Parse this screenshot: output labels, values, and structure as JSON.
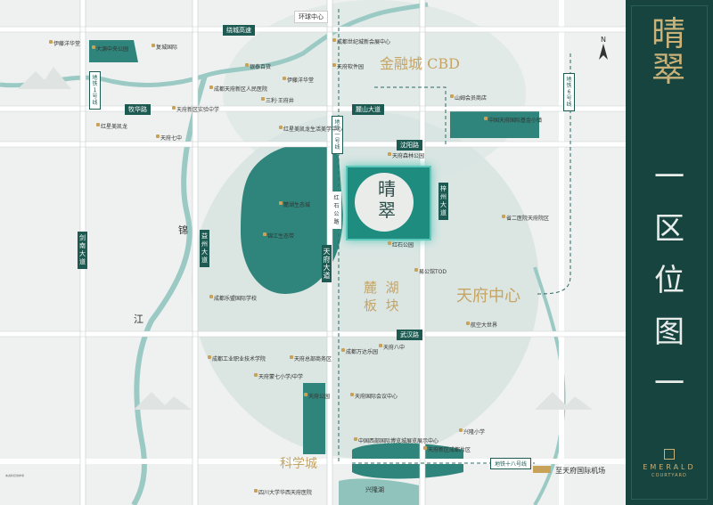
{
  "project": {
    "logo_text": "晴翠",
    "logo_small": "EMERALD COURTYARD",
    "panel_title": [
      "一",
      "区",
      "位",
      "图",
      "一"
    ],
    "brand_en": "EMERALD",
    "brand_sub": "COURTYARD",
    "badge_chars": [
      "晴",
      "翠"
    ]
  },
  "compass": {
    "label": "N"
  },
  "zones": {
    "cbd": "金融城 CBD",
    "tianfu_center": "天府中心",
    "lake_block": [
      "麓",
      "湖",
      "板",
      "块"
    ],
    "science_city": "科学城",
    "river": [
      "锦",
      "江"
    ],
    "xinglong_lake": "兴隆湖"
  },
  "roads": {
    "raocheng": "绕城高速",
    "muhua": "牧华路",
    "lushan": "麓山大道",
    "shenyang": "沈阳路",
    "wuhan": "武汉路",
    "tianfu_ave": [
      "天",
      "府",
      "大",
      "道"
    ],
    "yizhou_ave": [
      "益",
      "州",
      "大",
      "道"
    ],
    "jiannan_ave": [
      "剑",
      "南",
      "大",
      "道"
    ],
    "zizhou_ave": [
      "梓",
      "州",
      "大",
      "道"
    ],
    "hongshi": [
      "红",
      "石",
      "公",
      "路"
    ],
    "metro_left": [
      "地",
      "铁",
      "1",
      "号",
      "线"
    ],
    "metro_right": [
      "地",
      "铁",
      "6",
      "号",
      "线"
    ],
    "metro_center": [
      "地",
      "铁",
      "一",
      "号",
      "线"
    ],
    "metro18": "地铁十八号线",
    "airport": "至天府国际机场",
    "huancheng_top": "环球中心"
  },
  "pois": [
    {
      "name": "伊藤洋华堂"
    },
    {
      "name": "大源中央公园"
    },
    {
      "name": "复城国际"
    },
    {
      "name": "成都世纪城新会展中心"
    },
    {
      "name": "天府软件园"
    },
    {
      "name": "银泰百货"
    },
    {
      "name": "伊藤洋华堂"
    },
    {
      "name": "成都天府新区人民医院"
    },
    {
      "name": "三利·王府井"
    },
    {
      "name": "天府新区实验中学"
    },
    {
      "name": "红星美凯龙"
    },
    {
      "name": "红星美凯龙生活美学中心"
    },
    {
      "name": "天府七中"
    },
    {
      "name": "天府森林公园"
    },
    {
      "name": "山姆会员商店"
    },
    {
      "name": "中国天府国际基金小镇"
    },
    {
      "name": "省二医院天府院区"
    },
    {
      "name": "红石公园"
    },
    {
      "name": "易公馆TOD"
    },
    {
      "name": "麓湖生态城"
    },
    {
      "name": "锦江生态带"
    },
    {
      "name": "成都乐盟国际学校"
    },
    {
      "name": "成都工业职业技术学院"
    },
    {
      "name": "天府总部商务区"
    },
    {
      "name": "天府蒙七小学/中学"
    },
    {
      "name": "成都万达乐园"
    },
    {
      "name": "天府八中"
    },
    {
      "name": "天府国际会议中心"
    },
    {
      "name": "中国西部国际博览城展览展示中心"
    },
    {
      "name": "天府新区成都片区"
    },
    {
      "name": "四川大学华西天府医院"
    },
    {
      "name": "兴隆小学"
    },
    {
      "name": "航空大世界"
    },
    {
      "name": "天府公园"
    }
  ],
  "note": "本资料仅供参考"
}
